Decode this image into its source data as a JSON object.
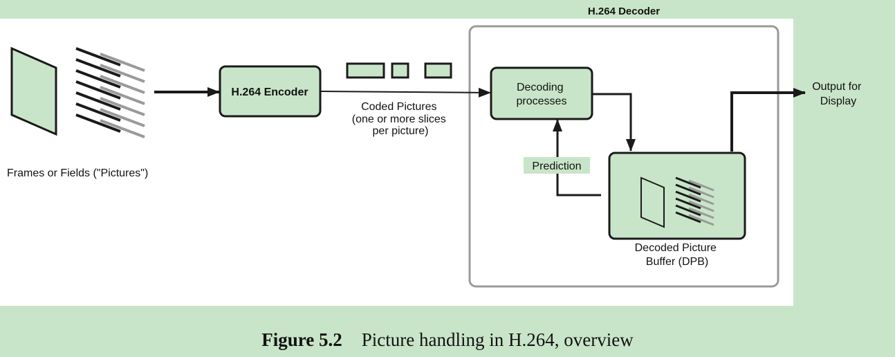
{
  "diagram": {
    "decoder_title": "H.264 Decoder",
    "encoder_label": "H.264 Encoder",
    "frames_label": "Frames or Fields (\"Pictures\")",
    "coded_pictures_label": [
      "Coded Pictures",
      "(one or more slices",
      "per picture)"
    ],
    "decoding_label": [
      "Decoding",
      "processes"
    ],
    "prediction_label": "Prediction",
    "dpb_label": [
      "Decoded Picture",
      "Buffer (DPB)"
    ],
    "output_label": [
      "Output for",
      "Display"
    ]
  },
  "caption": {
    "number": "Figure 5.2",
    "text": "Picture handling in H.264, overview"
  },
  "colors": {
    "background": "#c9e5c9",
    "panel": "#ffffff",
    "box_fill": "#c9e5c9",
    "stroke": "#1a1a1a",
    "decoder_border": "#9a9a9a"
  }
}
